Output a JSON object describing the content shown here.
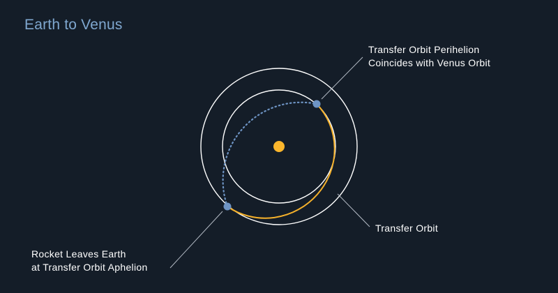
{
  "title": "Earth to Venus",
  "labels": {
    "perihelion": {
      "line1": "Transfer Orbit Perihelion",
      "line2": "Coincides with Venus Orbit"
    },
    "transfer_orbit": "Transfer Orbit",
    "aphelion": {
      "line1": "Rocket Leaves Earth",
      "line2": "at Transfer Orbit Aphelion"
    }
  },
  "colors": {
    "background": "#141d28",
    "title": "#7fa7cf",
    "orbit": "#ffffff",
    "sun": "#fbb62c",
    "transfer_orbit": "#f5b12b",
    "planet": "#6e94c4",
    "leader_line": "#b5bcc6",
    "dotted_path": "#6e94c4"
  }
}
